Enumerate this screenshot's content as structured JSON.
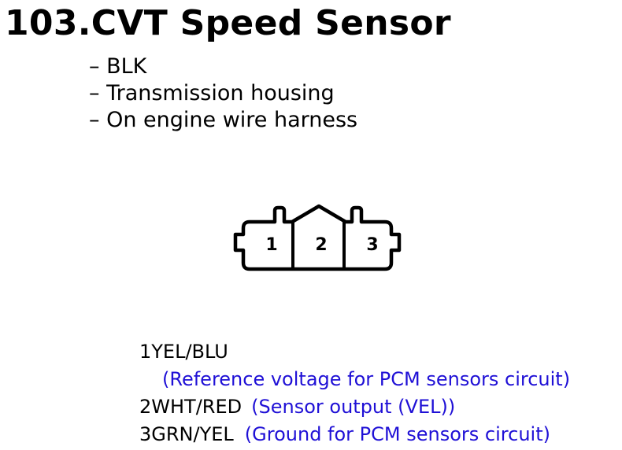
{
  "title": "103.CVT Speed Sensor",
  "bullets": [
    "– BLK",
    "– Transmission housing",
    "– On engine wire harness"
  ],
  "connector": {
    "terminals": [
      "1",
      "2",
      "3"
    ]
  },
  "pins": [
    {
      "wire": "1YEL/BLU",
      "desc": "(Reference voltage for PCM sensors circuit)"
    },
    {
      "wire": "2WHT/RED",
      "desc": "(Sensor output (VEL))"
    },
    {
      "wire": "3GRN/YEL",
      "desc": "(Ground for PCM sensors circuit)"
    }
  ],
  "colors": {
    "desc": "#1f10d6",
    "text": "#000000"
  }
}
